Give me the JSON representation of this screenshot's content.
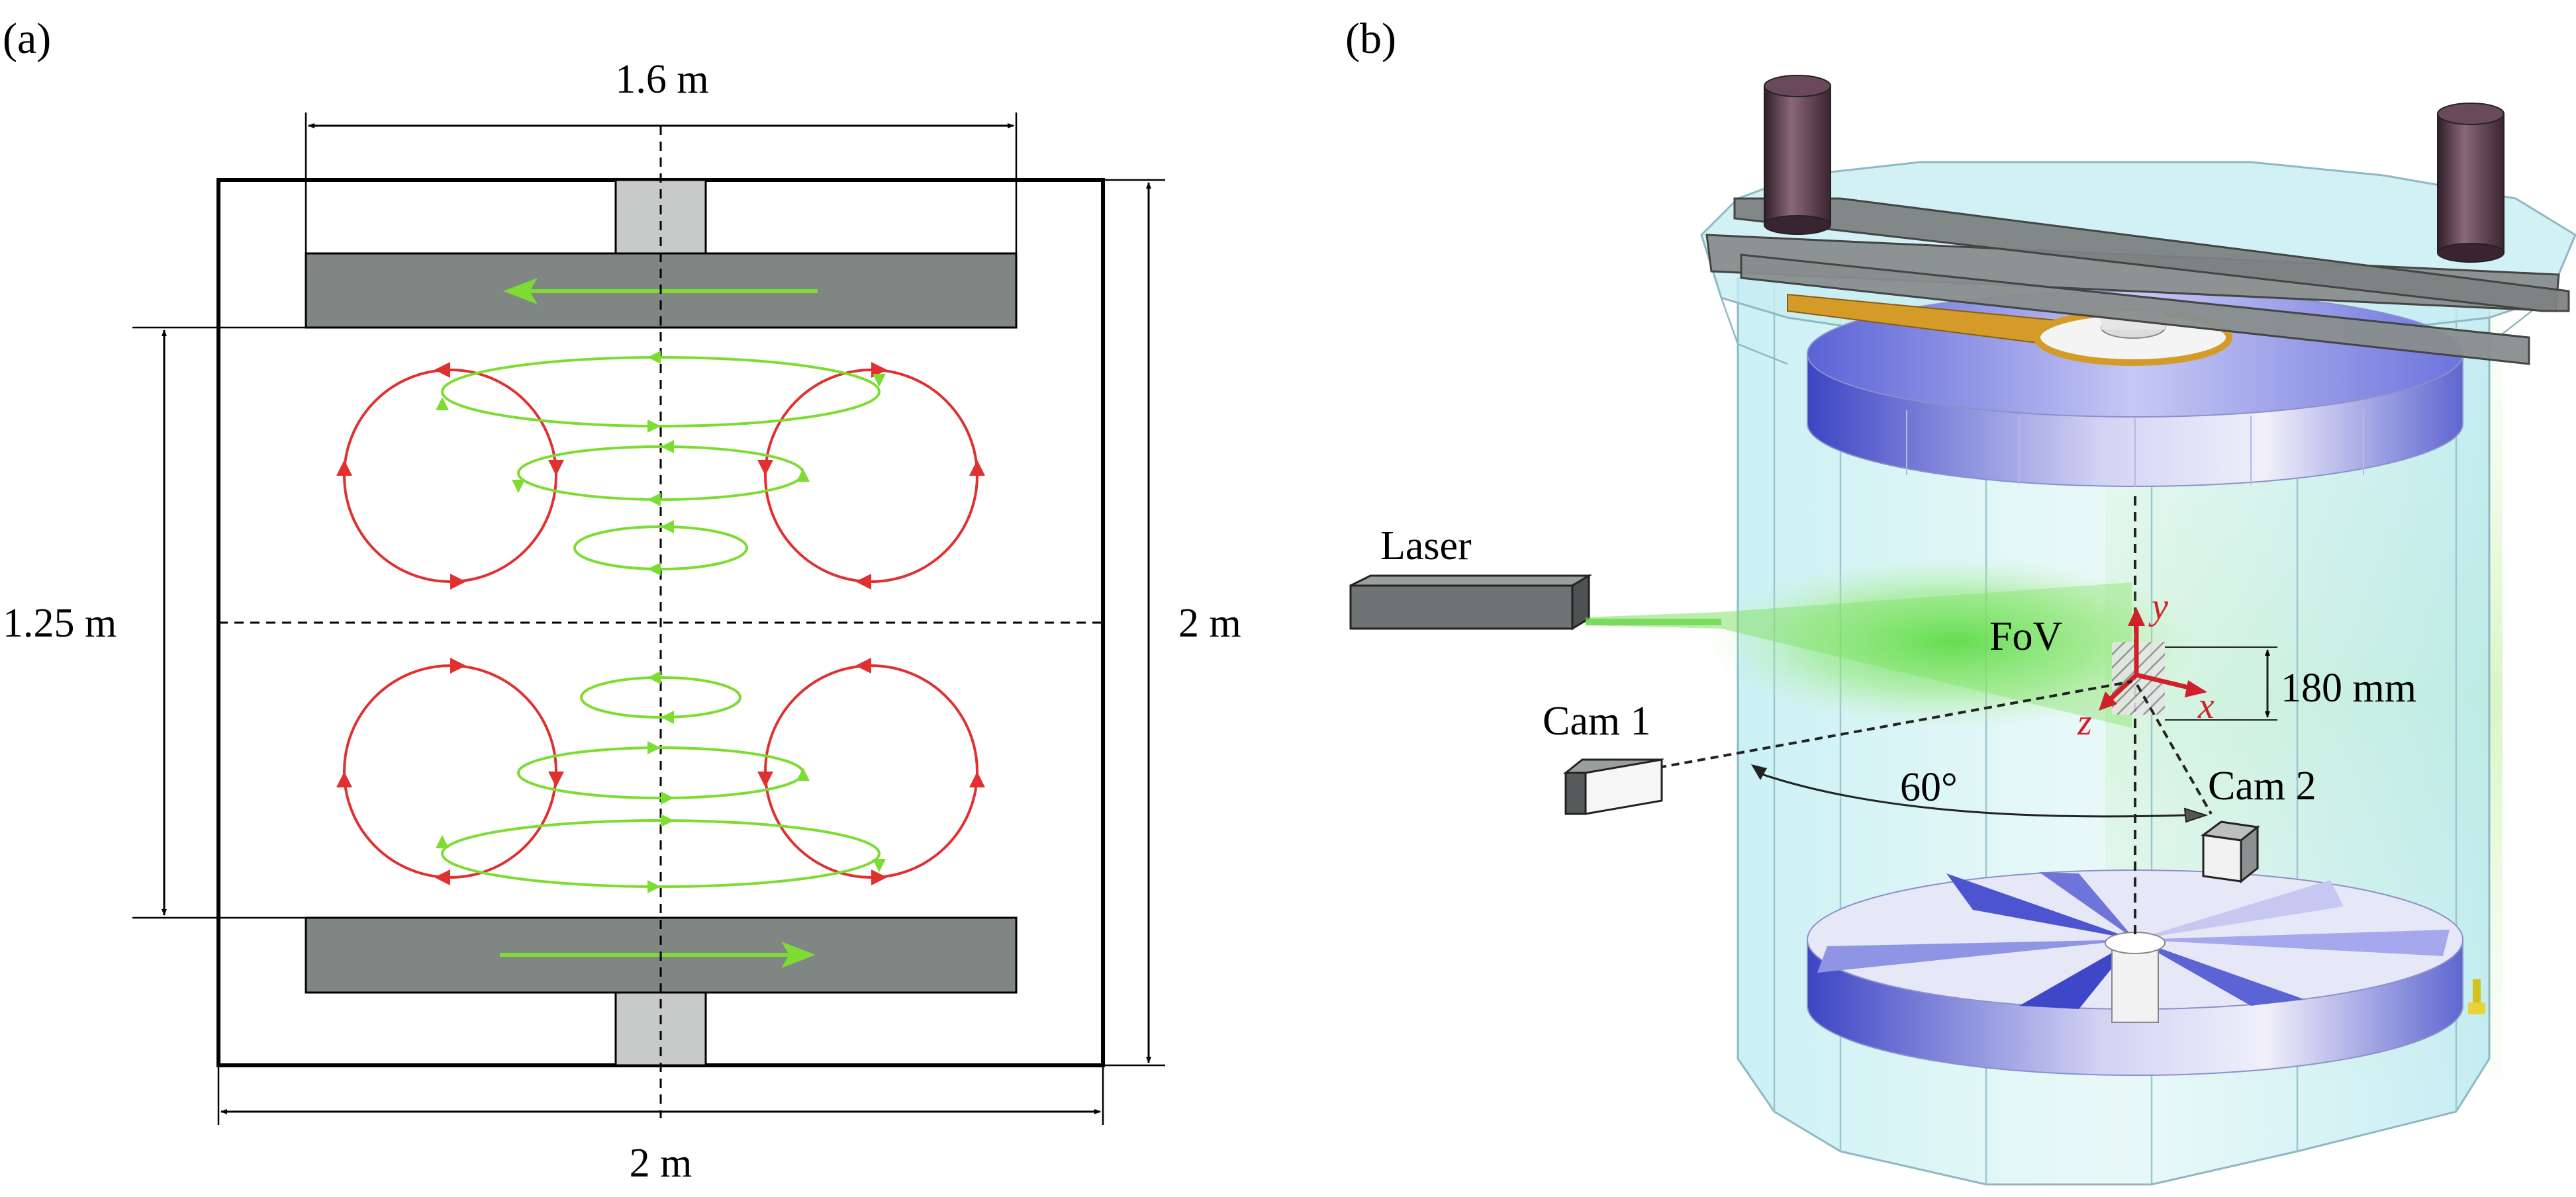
{
  "panel_a": {
    "label": "(a)",
    "dims": {
      "impeller_span": "1.6 m",
      "gap": "1.25 m",
      "height": "2 m",
      "width": "2 m"
    }
  },
  "panel_b": {
    "label": "(b)",
    "laser": "Laser",
    "fov": "FoV",
    "cam1": "Cam 1",
    "cam2": "Cam 2",
    "angle": "60°",
    "fov_size": "180 mm",
    "axes": {
      "x": "x",
      "y": "y",
      "z": "z"
    }
  },
  "colors": {
    "green_flow": "#7ddc32",
    "red_flow": "#e03030",
    "impeller": "#7f8683",
    "shaft": "#c8cac9",
    "tank_glass": "#b8ecf0",
    "disk_blue": "#5a62d8",
    "motor": "#5a3a48",
    "axis_red": "#d0202a"
  },
  "icons": [
    "arrow-left-icon",
    "arrow-right-icon",
    "laser-box-icon",
    "camera-box-icon",
    "motor-cylinder-icon"
  ]
}
